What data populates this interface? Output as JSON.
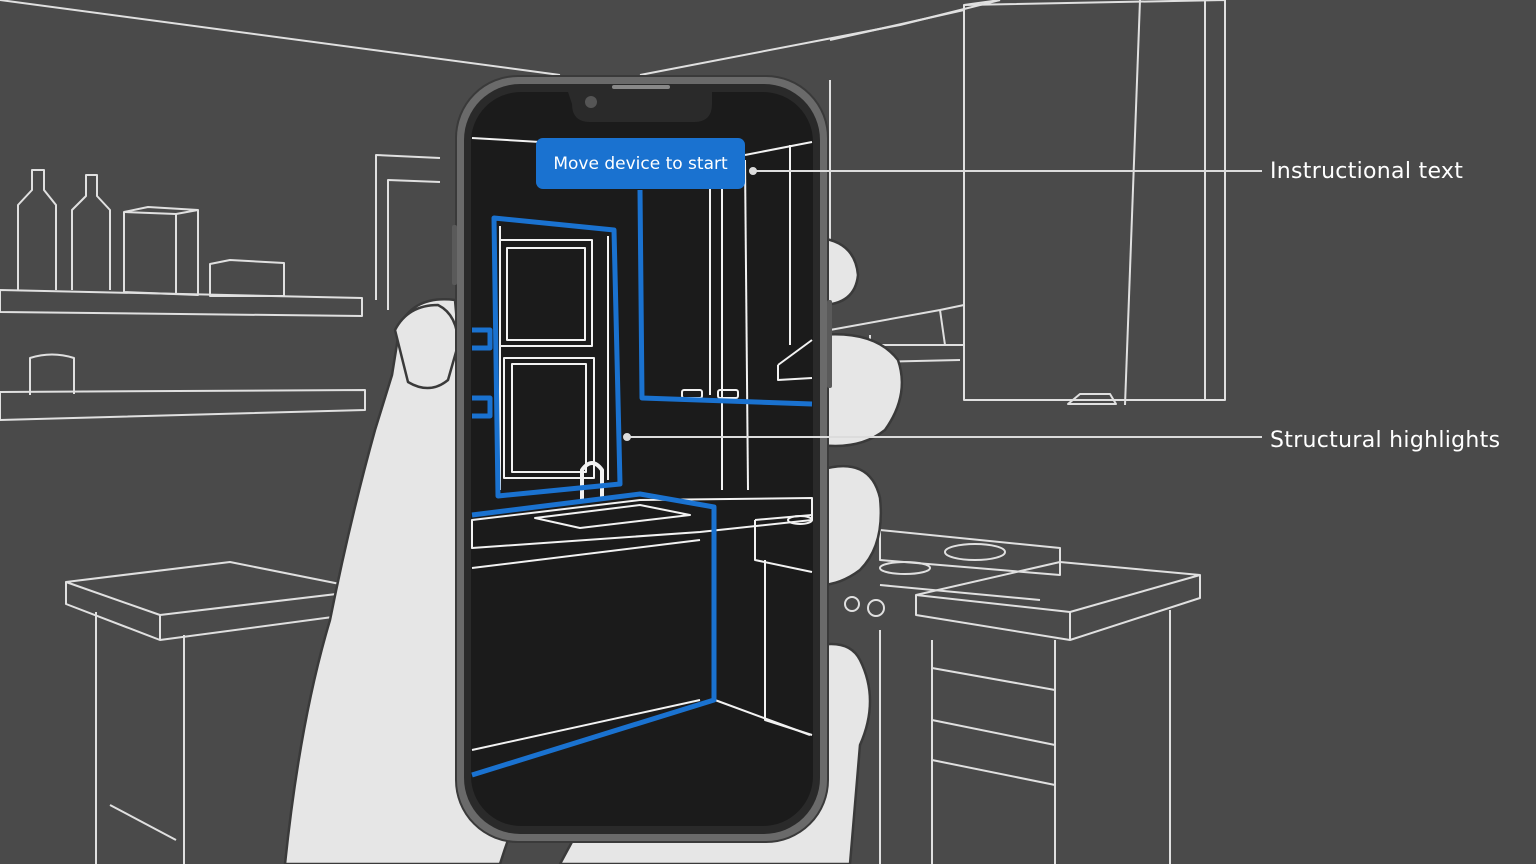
{
  "screen": {
    "instruction_text": "Move device to start"
  },
  "callouts": {
    "instructional_text": "Instructional text",
    "structural_highlights": "Structural highlights"
  },
  "colors": {
    "background": "#4a4a4a",
    "line_art": "#e4e4e4",
    "hand": "#e6e6e6",
    "phone_screen": "#1b1b1b",
    "highlight_blue": "#1a72d0",
    "pill_blue": "#1a72d0"
  }
}
